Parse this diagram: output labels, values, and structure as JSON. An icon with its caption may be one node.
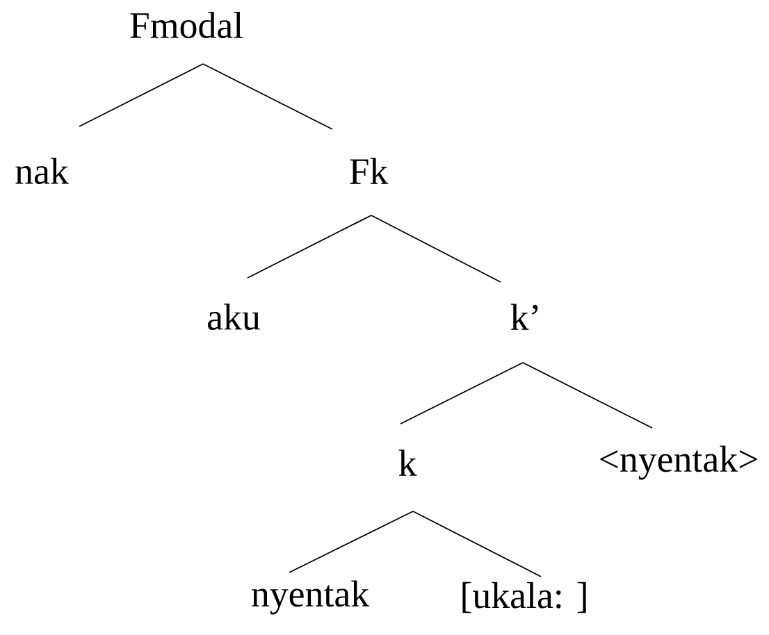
{
  "diagram": {
    "nodes": [
      {
        "text": [
          "Fmodal"
        ]
      },
      {
        "text": [
          "nak"
        ]
      },
      {
        "text": [
          "Fk"
        ]
      },
      {
        "text": [
          "aku"
        ]
      },
      {
        "text": [
          "k’"
        ]
      },
      {
        "text": [
          "k"
        ]
      },
      {
        "text": [
          "<nyentak>"
        ]
      },
      {
        "text": [
          "nyentak"
        ]
      },
      {
        "text": [
          "[ukala: ]"
        ]
      }
    ],
    "edges": [
      {
        "from": 0,
        "to": 1,
        "arrow": "none"
      },
      {
        "from": 0,
        "to": 2,
        "arrow": "none"
      },
      {
        "from": 2,
        "to": 3,
        "arrow": "none"
      },
      {
        "from": 2,
        "to": 4,
        "arrow": "none"
      },
      {
        "from": 4,
        "to": 5,
        "arrow": "none"
      },
      {
        "from": 4,
        "to": 6,
        "arrow": "none"
      },
      {
        "from": 5,
        "to": 7,
        "arrow": "none"
      },
      {
        "from": 5,
        "to": 8,
        "arrow": "none"
      }
    ]
  }
}
